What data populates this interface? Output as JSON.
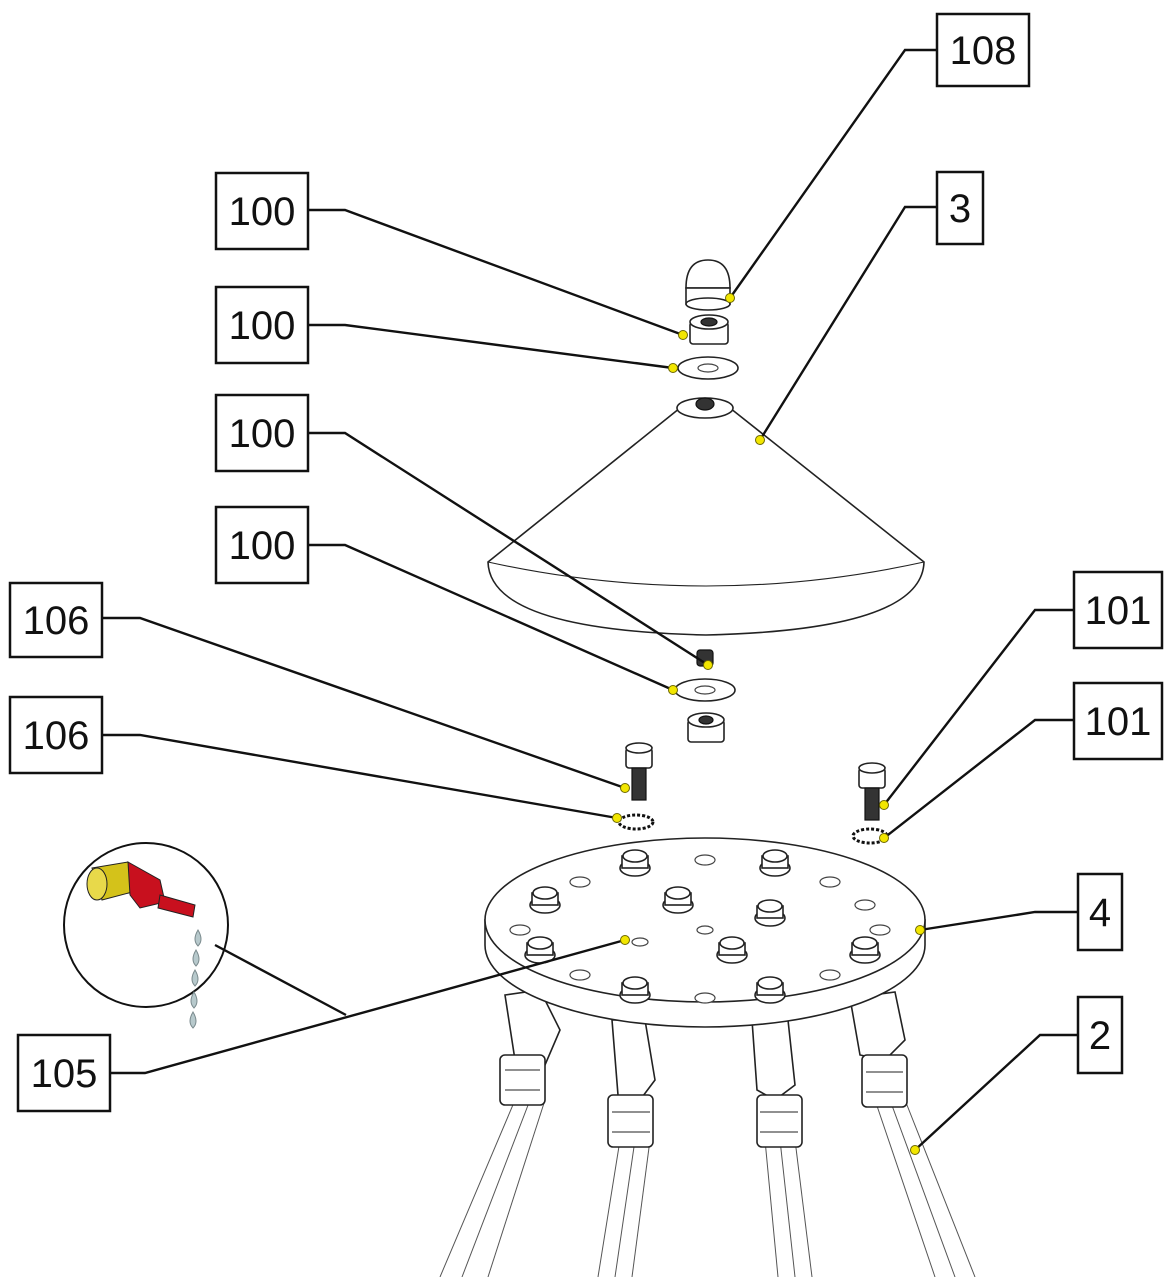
{
  "callouts": [
    {
      "id": "c108",
      "label": "108"
    },
    {
      "id": "c3",
      "label": "3"
    },
    {
      "id": "c100a",
      "label": "100"
    },
    {
      "id": "c100b",
      "label": "100"
    },
    {
      "id": "c100c",
      "label": "100"
    },
    {
      "id": "c100d",
      "label": "100"
    },
    {
      "id": "c106a",
      "label": "106"
    },
    {
      "id": "c106b",
      "label": "106"
    },
    {
      "id": "c101a",
      "label": "101"
    },
    {
      "id": "c101b",
      "label": "101"
    },
    {
      "id": "c4",
      "label": "4"
    },
    {
      "id": "c105",
      "label": "105"
    },
    {
      "id": "c2",
      "label": "2"
    }
  ],
  "colors": {
    "marker": "#f2e600",
    "glue_body": "#d4c21a",
    "glue_tip": "#c8101e",
    "drops": "#b7c9cc"
  },
  "icons": [
    "acorn-nut-icon",
    "hex-nut-icon",
    "washer-icon",
    "bolt-icon",
    "lock-washer-icon",
    "threadlocker-bottle-icon"
  ]
}
